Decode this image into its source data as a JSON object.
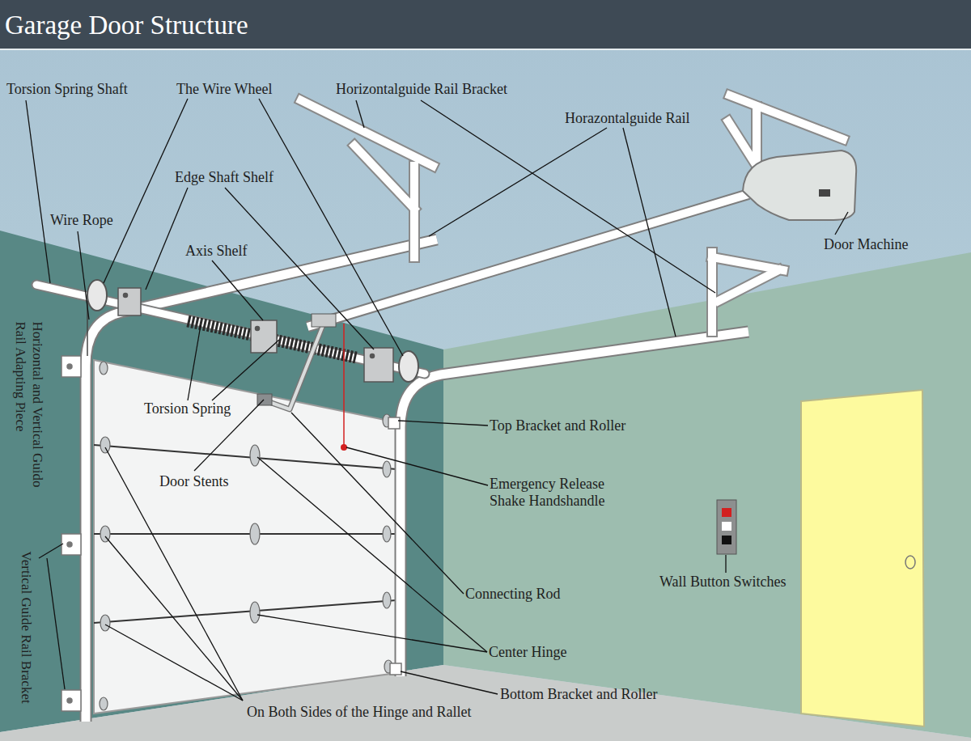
{
  "diagram": {
    "title": "Garage Door Structure",
    "labels": [
      "Torsion Spring Shaft",
      "The Wire Wheel",
      "Horizontalguide Rail Bracket",
      "Horazontalguide Rail",
      "Edge Shaft Shelf",
      "Wire Rope",
      "Axis Shelf",
      "Door Machine",
      "Horizontal and Vertical Guido Rail Adapting Piece",
      "Torsion Spring",
      "Top Bracket and Roller",
      "Door Stents",
      "Emergency Release Shake Handshandle",
      "Vertical Guide Rail Bracket",
      "Connecting Rod",
      "Wall Button Switches",
      "Center Hinge",
      "Bottom Bracket and Roller",
      "On Both Sides of the Hinge and Rallet"
    ]
  }
}
